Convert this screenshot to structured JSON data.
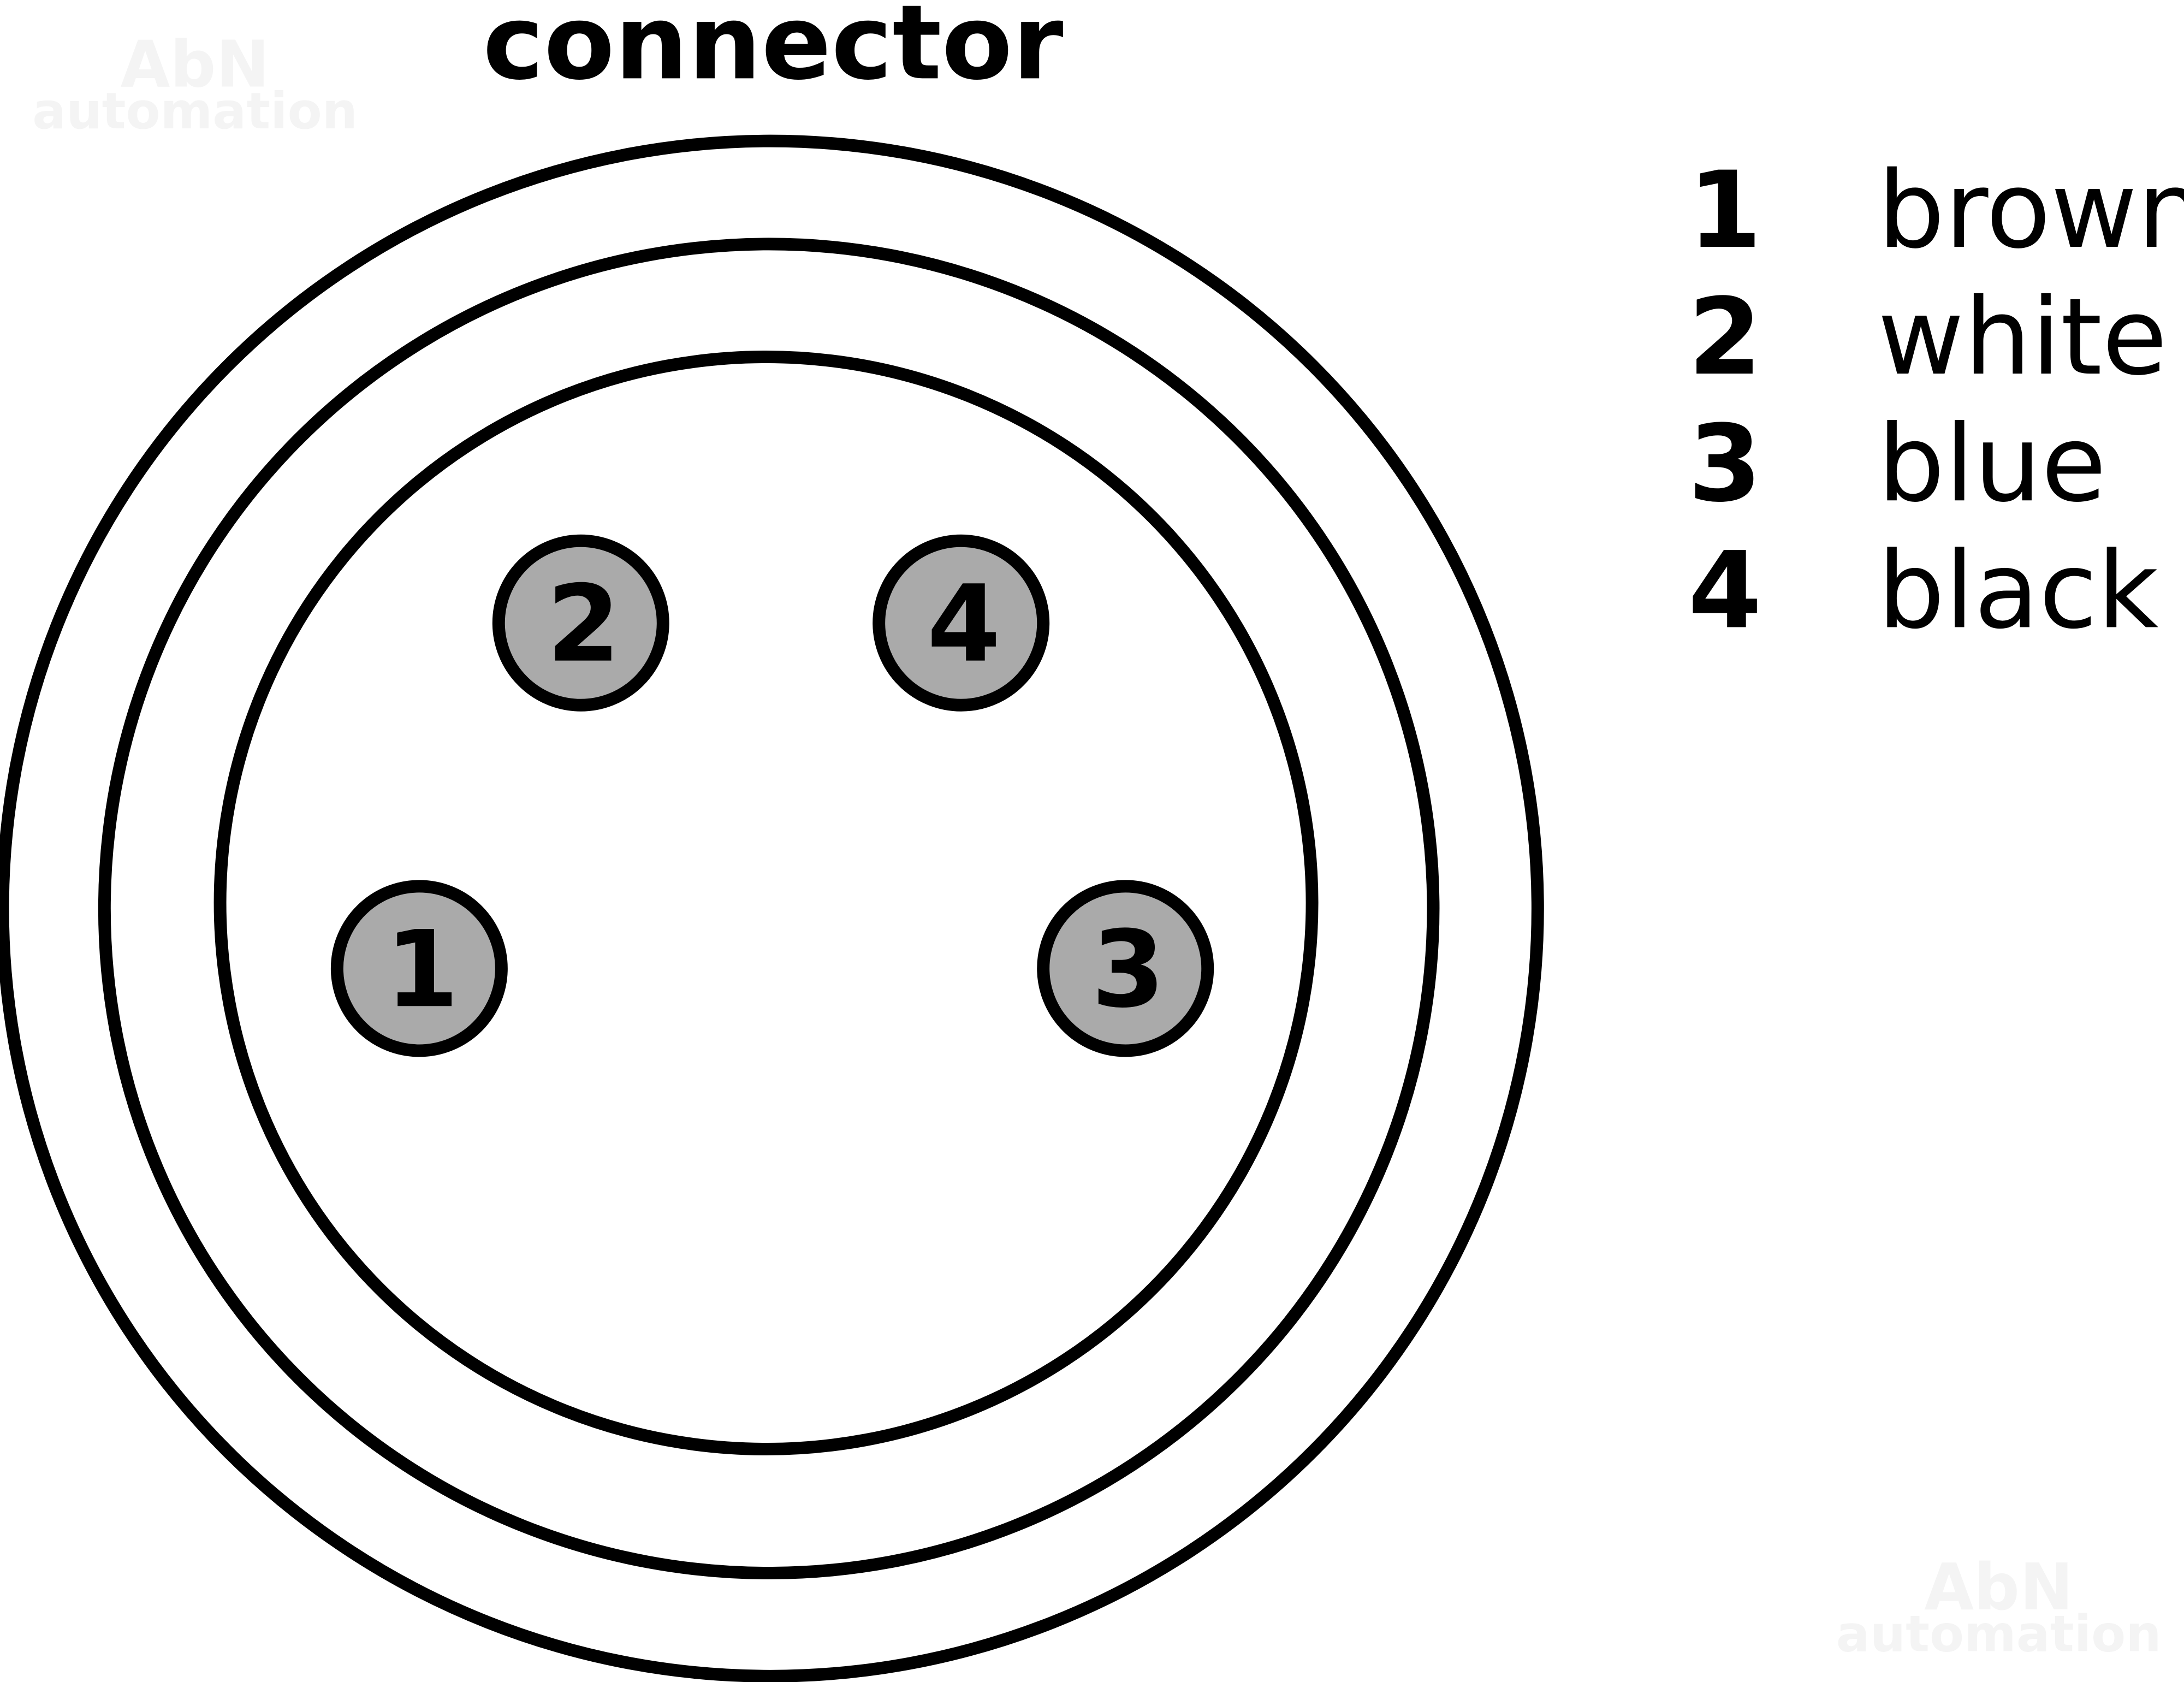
{
  "title": "connector",
  "watermark": {
    "line1": "AbN",
    "line2": "automation"
  },
  "colors": {
    "pin_fill": "#aaaaaa",
    "stroke": "#000000",
    "watermark": "#f4f4f4"
  },
  "pins": [
    {
      "number": "1",
      "color": "brown"
    },
    {
      "number": "2",
      "color": "white"
    },
    {
      "number": "3",
      "color": "blue"
    },
    {
      "number": "4",
      "color": "black"
    }
  ]
}
